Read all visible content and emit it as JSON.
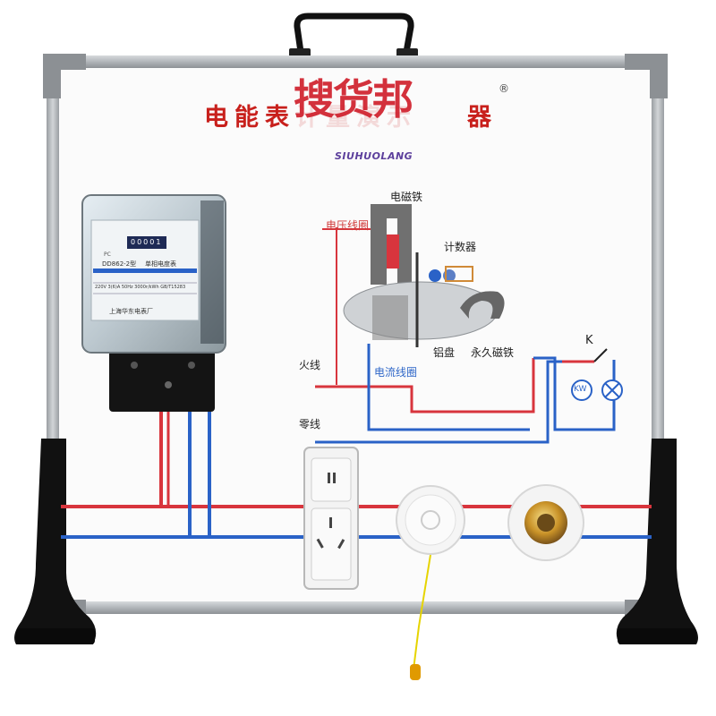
{
  "board": {
    "title_chars": [
      "电",
      "能",
      "表",
      "计",
      "量",
      "演",
      "示",
      "器"
    ],
    "watermark": {
      "brand": "搜货邦",
      "sub": "SIUHUOLANG",
      "registered": "®"
    }
  },
  "diagram_labels": {
    "electromagnet": "电磁铁",
    "voltage_coil": "电压线圈",
    "counter": "计数器",
    "live_wire": "火线",
    "aluminum_disc": "铝盘",
    "permanent_magnet": "永久磁铁",
    "current_coil": "电流线圈",
    "neutral_wire": "零线",
    "switch": "K",
    "kw_meter": "KW"
  },
  "meter": {
    "model": "DD862-2型",
    "type": "单相电度表",
    "spec": "220V 3(6)A 50Hz 3000r/kWh GB/T15283",
    "maker": "上海华东电表厂",
    "brand": "PC",
    "reading": "00001"
  },
  "colors": {
    "live": "#d8353d",
    "neutral": "#2a62c7",
    "frame": "#b9bdc1",
    "stand": "#111111"
  }
}
